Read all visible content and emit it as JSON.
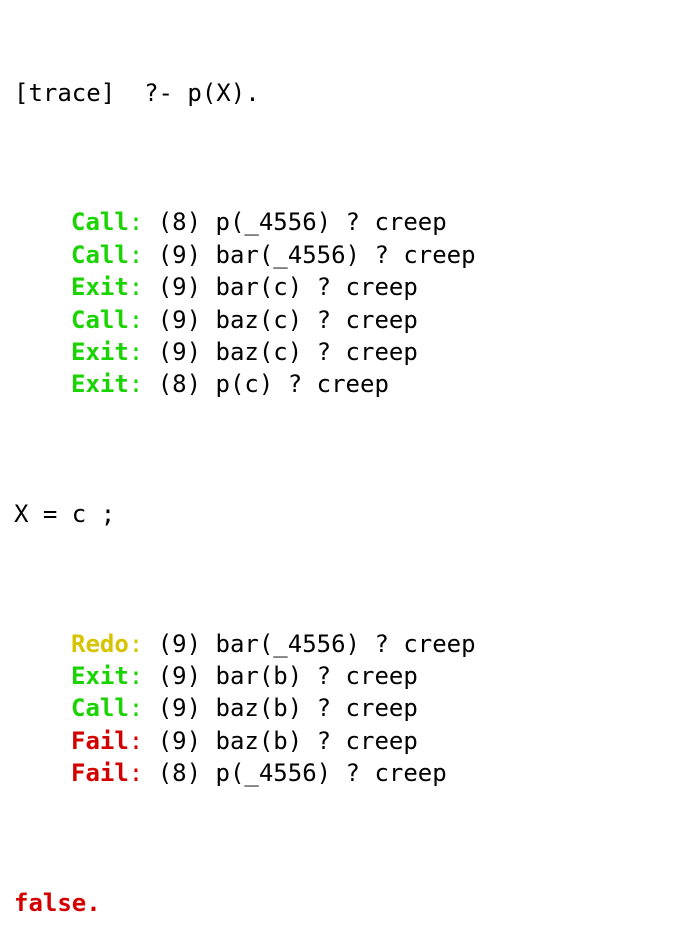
{
  "console": {
    "query_line": {
      "prefix": "[trace]",
      "prompt": "?- p(X)."
    },
    "trace_lines_1": [
      {
        "port": "Call",
        "port_color": "#19d400",
        "sep": ":",
        "rest": " (8) p(_4556) ? creep"
      },
      {
        "port": "Call",
        "port_color": "#19d400",
        "sep": ":",
        "rest": " (9) bar(_4556) ? creep"
      },
      {
        "port": "Exit",
        "port_color": "#19d400",
        "sep": ":",
        "rest": " (9) bar(c) ? creep"
      },
      {
        "port": "Call",
        "port_color": "#19d400",
        "sep": ":",
        "rest": " (9) baz(c) ? creep"
      },
      {
        "port": "Exit",
        "port_color": "#19d400",
        "sep": ":",
        "rest": " (9) baz(c) ? creep"
      },
      {
        "port": "Exit",
        "port_color": "#19d400",
        "sep": ":",
        "rest": " (8) p(c) ? creep"
      }
    ],
    "answer_line": "X = c ;",
    "trace_lines_2": [
      {
        "port": "Redo",
        "port_color": "#d6c400",
        "sep": ":",
        "rest": " (9) bar(_4556) ? creep"
      },
      {
        "port": "Exit",
        "port_color": "#19d400",
        "sep": ":",
        "rest": " (9) bar(b) ? creep"
      },
      {
        "port": "Call",
        "port_color": "#19d400",
        "sep": ":",
        "rest": " (9) baz(b) ? creep"
      },
      {
        "port": "Fail",
        "port_color": "#d30000",
        "sep": ":",
        "rest": " (9) baz(b) ? creep"
      },
      {
        "port": "Fail",
        "port_color": "#d30000",
        "sep": ":",
        "rest": " (8) p(_4556) ? creep"
      }
    ],
    "final_result": "false."
  }
}
